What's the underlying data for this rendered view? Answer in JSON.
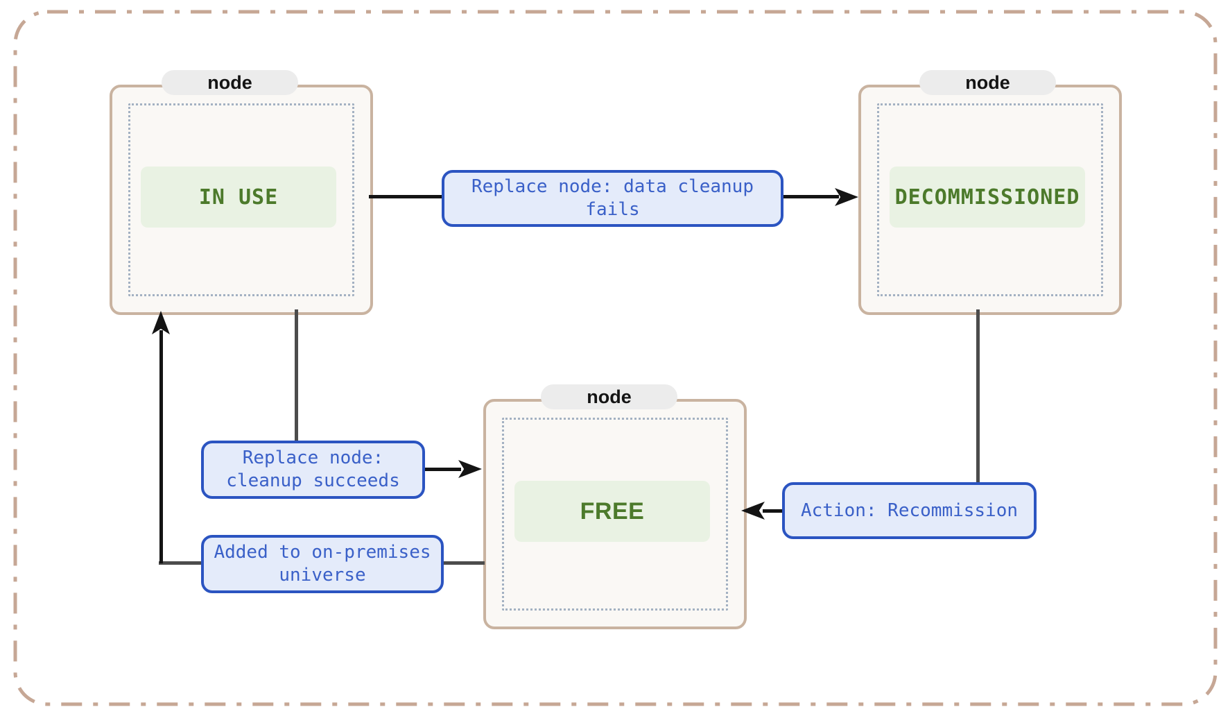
{
  "diagram": {
    "type": "state-diagram",
    "nodes": [
      {
        "id": "in-use",
        "container_label": "node",
        "state_label": "IN USE"
      },
      {
        "id": "decommissioned",
        "container_label": "node",
        "state_label": "DECOMMISSIONED"
      },
      {
        "id": "free",
        "container_label": "node",
        "state_label": "FREE"
      }
    ],
    "edges": [
      {
        "from": "IN USE",
        "to": "DECOMMISSIONED",
        "label": "Replace node: data cleanup fails"
      },
      {
        "from": "IN USE",
        "to": "FREE",
        "label": "Replace node: cleanup succeeds"
      },
      {
        "from": "DECOMMISSIONED",
        "to": "FREE",
        "label": "Action: Recommission"
      },
      {
        "from": "FREE",
        "to": "IN USE",
        "label": "Added to on-premises universe"
      }
    ],
    "colors": {
      "canvas_border": "#c6a795",
      "node_border": "#c9b3a0",
      "node_fill": "#faf8f5",
      "node_pill_fill": "#ececec",
      "inner_dotted": "#a3b1c2",
      "state_fill": "#e9f2e3",
      "state_text": "#4c7a2b",
      "edge_label_fill": "#e4ebfa",
      "edge_label_border": "#2b54c1",
      "edge_label_text": "#3a60c8",
      "connector_line": "#4c4c4c",
      "arrow": "#141414"
    }
  }
}
